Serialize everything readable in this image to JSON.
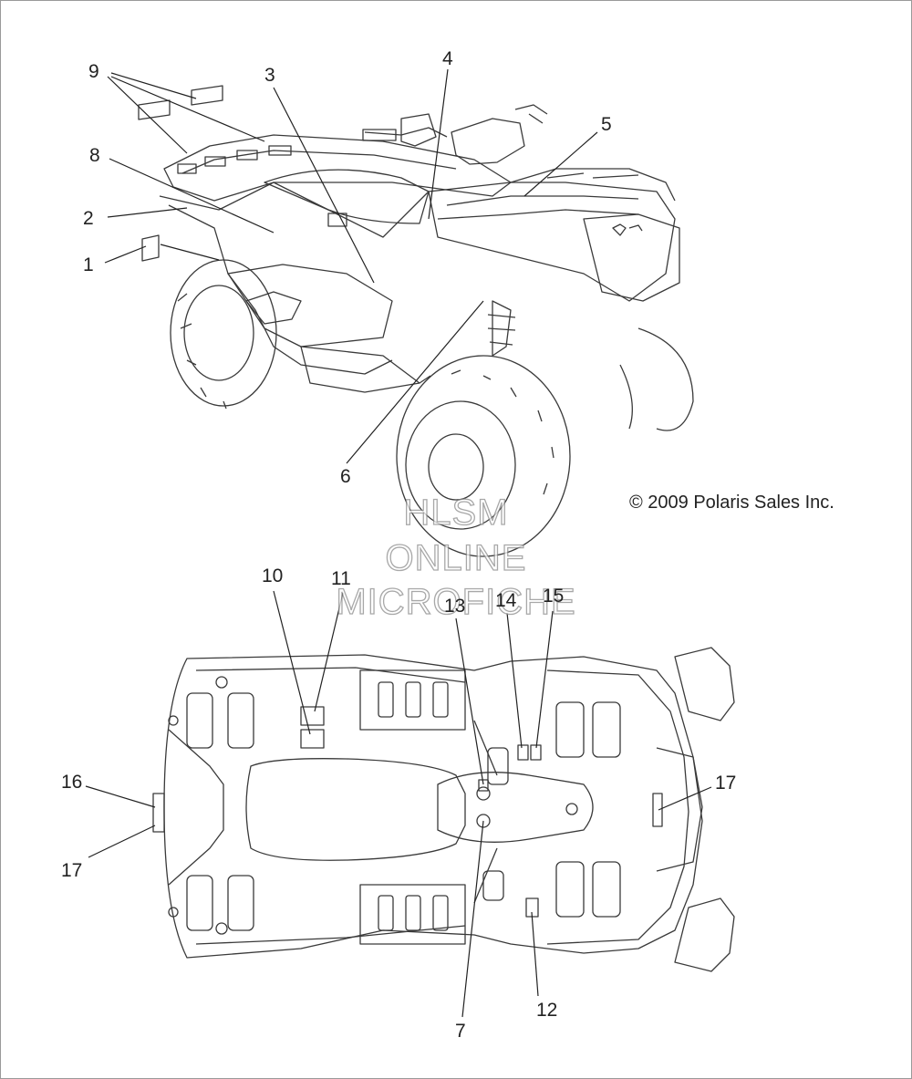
{
  "callouts": {
    "c1": "1",
    "c2": "2",
    "c3": "3",
    "c4": "4",
    "c5": "5",
    "c6": "6",
    "c7": "7",
    "c8": "8",
    "c9": "9",
    "c10": "10",
    "c11": "11",
    "c12": "12",
    "c13": "13",
    "c14": "14",
    "c15": "15",
    "c16": "16",
    "c17a": "17",
    "c17b": "17"
  },
  "copyright": "© 2009 Polaris Sales Inc.",
  "watermark": {
    "line1": "HLSM",
    "line2": "ONLINE",
    "line3": "MICROFICHE"
  },
  "colors": {
    "line": "#3a3a3a",
    "background": "#ffffff",
    "watermark_outline": "#8c8c8c"
  }
}
